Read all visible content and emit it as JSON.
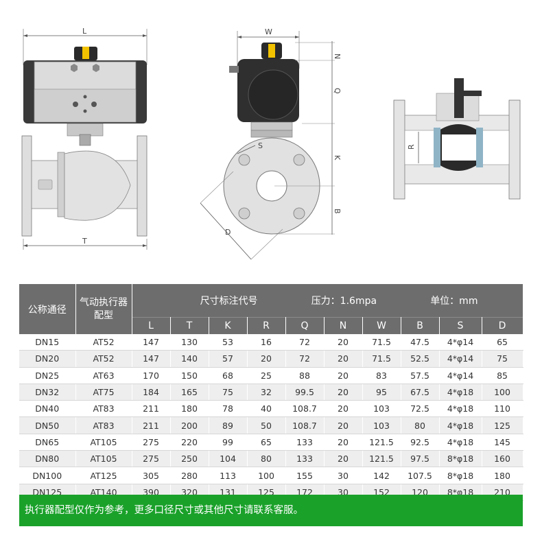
{
  "dimension_labels": {
    "L": "L",
    "T": "T",
    "W": "W",
    "N": "N",
    "Q": "Q",
    "K": "K",
    "B": "B",
    "S": "S",
    "D": "D",
    "R": "R"
  },
  "table": {
    "header_col1": "公称通径",
    "header_col2": "气动执行器配型",
    "header_group": "尺寸标注代号",
    "header_pressure": "压力：1.6mpa",
    "header_unit": "单位：mm",
    "columns": [
      "L",
      "T",
      "K",
      "R",
      "Q",
      "N",
      "W",
      "B",
      "S",
      "D"
    ],
    "rows": [
      [
        "DN15",
        "AT52",
        "147",
        "130",
        "53",
        "16",
        "72",
        "20",
        "71.5",
        "47.5",
        "4*φ14",
        "65"
      ],
      [
        "DN20",
        "AT52",
        "147",
        "140",
        "57",
        "20",
        "72",
        "20",
        "71.5",
        "52.5",
        "4*φ14",
        "75"
      ],
      [
        "DN25",
        "AT63",
        "170",
        "150",
        "68",
        "25",
        "88",
        "20",
        "83",
        "57.5",
        "4*φ14",
        "85"
      ],
      [
        "DN32",
        "AT75",
        "184",
        "165",
        "75",
        "32",
        "99.5",
        "20",
        "95",
        "67.5",
        "4*φ18",
        "100"
      ],
      [
        "DN40",
        "AT83",
        "211",
        "180",
        "78",
        "40",
        "108.7",
        "20",
        "103",
        "72.5",
        "4*φ18",
        "110"
      ],
      [
        "DN50",
        "AT83",
        "211",
        "200",
        "89",
        "50",
        "108.7",
        "20",
        "103",
        "80",
        "4*φ18",
        "125"
      ],
      [
        "DN65",
        "AT105",
        "275",
        "220",
        "99",
        "65",
        "133",
        "20",
        "121.5",
        "92.5",
        "4*φ18",
        "145"
      ],
      [
        "DN80",
        "AT105",
        "275",
        "250",
        "104",
        "80",
        "133",
        "20",
        "121.5",
        "97.5",
        "8*φ18",
        "160"
      ],
      [
        "DN100",
        "AT125",
        "305",
        "280",
        "113",
        "100",
        "155",
        "30",
        "142",
        "107.5",
        "8*φ18",
        "180"
      ],
      [
        "DN125",
        "AT140",
        "390",
        "320",
        "131",
        "125",
        "172",
        "30",
        "152",
        "120",
        "8*φ18",
        "210"
      ]
    ]
  },
  "note": "执行器配型仅作为参考，更多口径尺寸或其他尺寸请联系客服。",
  "colors": {
    "header_bg": "#6d6d6d",
    "note_bg": "#1aa12a",
    "valve_body": "#e3e3e3",
    "actuator_dark": "#333333",
    "indicator_yellow": "#f2c200"
  }
}
